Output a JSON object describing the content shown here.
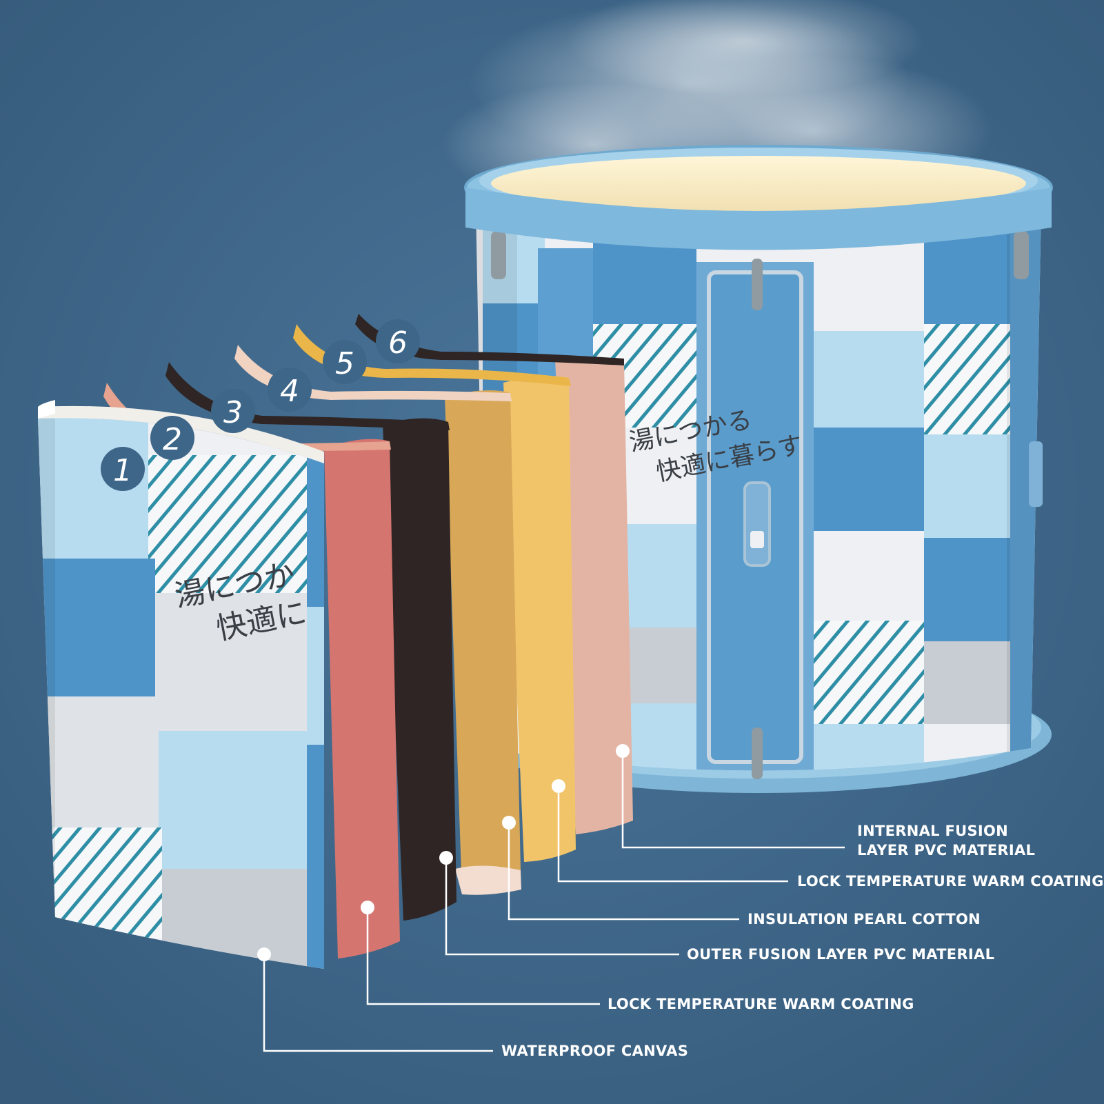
{
  "colors": {
    "background": "#3f6688",
    "tub_blue": "#4f94c9",
    "tub_light_blue": "#b7dcf0",
    "tub_white": "#eef0f3",
    "tub_gray": "#c8cdd3",
    "rim_blue": "#8cc3e3",
    "coral_layer": "#d47570",
    "brown_layer": "#2e2524",
    "gold_layer": "#d8a858",
    "yellow_layer": "#f2c46a",
    "pink_layer": "#e3b4a3",
    "label_text": "#ffffff"
  },
  "tub_print": {
    "line1": "湯につかる",
    "line2": "快適に暮らす"
  },
  "layer_print": {
    "line1": "湯につか",
    "line2": "快適に"
  },
  "layer_numbers": [
    "1",
    "2",
    "3",
    "4",
    "5",
    "6"
  ],
  "callouts": [
    {
      "line1": "INTERNAL FUSION",
      "line2": "LAYER PVC MATERIAL"
    },
    {
      "line1": "LOCK TEMPERATURE WARM COATING"
    },
    {
      "line1": "INSULATION PEARL COTTON"
    },
    {
      "line1": "OUTER FUSION LAYER PVC MATERIAL"
    },
    {
      "line1": "LOCK TEMPERATURE WARM COATING"
    },
    {
      "line1": "WATERPROOF CANVAS"
    }
  ]
}
